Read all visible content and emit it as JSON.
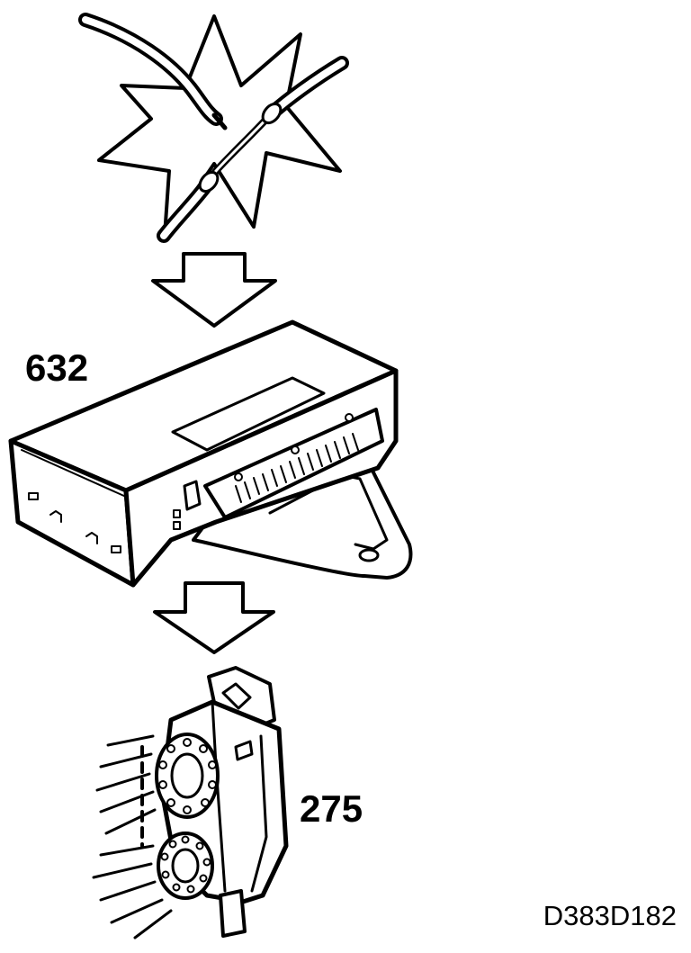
{
  "diagram": {
    "labels": {
      "control_unit": "632",
      "loudspeaker": "275"
    },
    "figure_code": "D383D182"
  },
  "colors": {
    "ink": "#000000",
    "paper": "#ffffff"
  },
  "icons": [
    "cable-spark-icon",
    "flow-arrow-icon",
    "control-unit-icon",
    "loudspeaker-icon"
  ]
}
